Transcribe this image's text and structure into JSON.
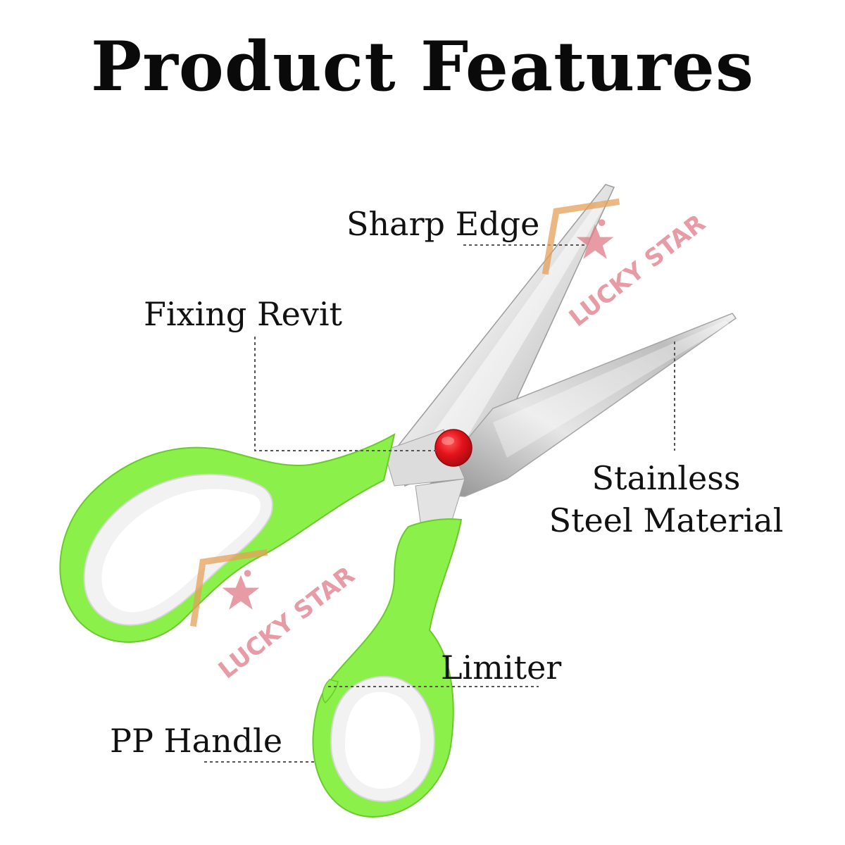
{
  "title": "Product Features",
  "features": {
    "sharp_edge": "Sharp Edge",
    "fixing_revit": "Fixing Revit",
    "stainless_line1": "Stainless",
    "stainless_line2": "Steel Material",
    "limiter": "Limiter",
    "pp_handle": "PP Handle"
  },
  "watermark": {
    "text": "LUCKY STAR",
    "icon": "star-logo-icon"
  },
  "colors": {
    "handle_green": "#8bf04a",
    "handle_inner": "#f2f2f2",
    "rivet_red": "#e0141a",
    "blade_steel": "#d8d8d8",
    "watermark_red": "#e07a88",
    "watermark_orange": "#e5a15a"
  }
}
